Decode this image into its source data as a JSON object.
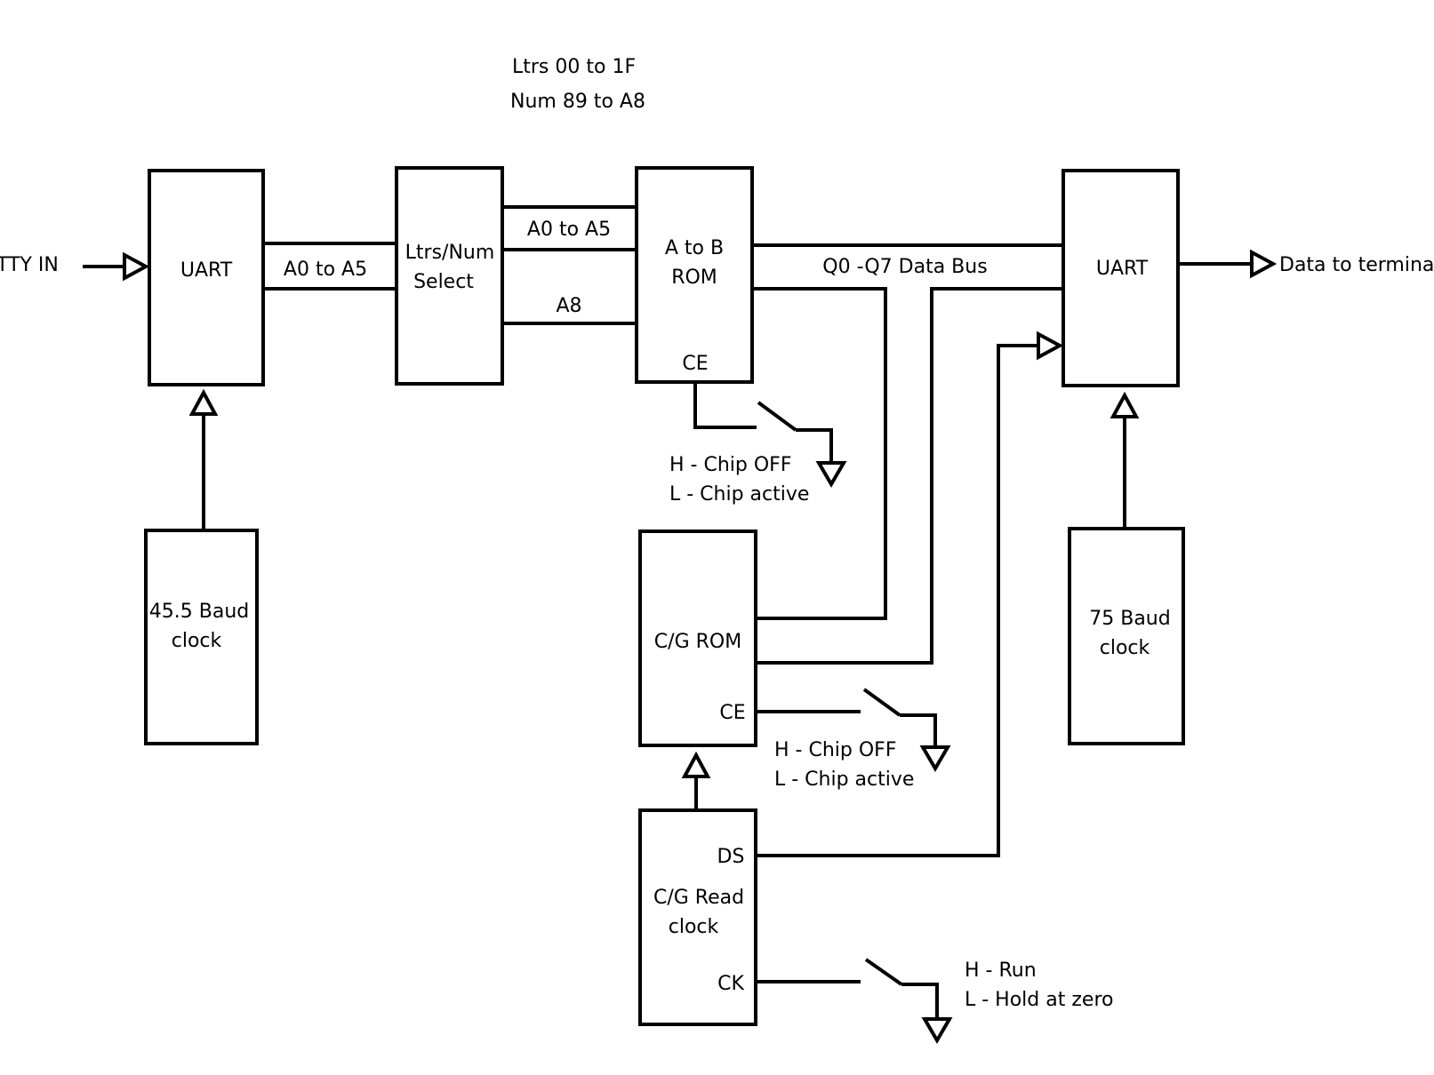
{
  "notes": {
    "ltrs_range": "Ltrs 00 to 1F",
    "num_range": "Num  89 to A8"
  },
  "io": {
    "tty_in": "TTY IN",
    "data_out": "Data to terminal"
  },
  "blocks": {
    "uart_in": "UART",
    "select_line1": "Ltrs/Num",
    "select_line2": "Select",
    "rom_ab_line1": "A to B",
    "rom_ab_line2": "ROM",
    "rom_ab_ce": "CE",
    "uart_out": "UART",
    "clock_455_line1": "45.5 Baud",
    "clock_455_line2": "clock",
    "cg_rom": "C/G ROM",
    "cg_rom_ce": "CE",
    "cg_read_line1": "C/G Read",
    "cg_read_line2": "clock",
    "cg_read_ds": "DS",
    "cg_read_ck": "CK",
    "clock_75_line1": "75 Baud",
    "clock_75_line2": "clock"
  },
  "buses": {
    "uart_to_select": "A0 to A5",
    "select_to_rom_addr": "A0 to A5",
    "select_to_rom_a8": "A8",
    "data_bus": "Q0 -Q7 Data Bus"
  },
  "switches": {
    "rom_ce_h": "H - Chip OFF",
    "rom_ce_l": "L - Chip active",
    "cg_ce_h": "H - Chip OFF",
    "cg_ce_l": "L - Chip active",
    "ck_h": "H - Run",
    "ck_l": "L - Hold at zero"
  }
}
